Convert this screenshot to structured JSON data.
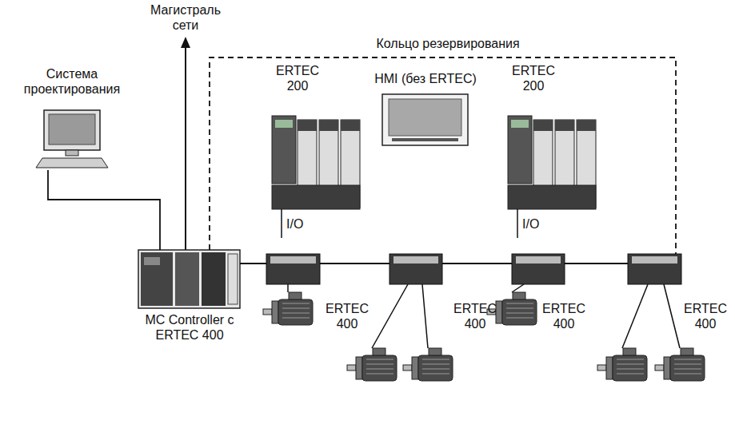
{
  "diagram": {
    "nodes": [
      {
        "text": [
          "Система проектирования"
        ]
      },
      {
        "text": [
          "MC Controller с ERTEC 400"
        ]
      },
      {
        "text": [
          "ERTEC 200",
          "I/O"
        ]
      },
      {
        "text": [
          "HMI (без ERTEC)"
        ]
      },
      {
        "text": [
          "ERTEC 200",
          "I/O"
        ]
      },
      {
        "text": [
          "ERTEC 400"
        ]
      },
      {
        "text": [
          "ERTEC 400"
        ]
      },
      {
        "text": [
          "ERTEC 400"
        ]
      },
      {
        "text": [
          "ERTEC 400"
        ]
      }
    ],
    "edges": [
      {
        "from": 0,
        "to": 1,
        "arrow": "none"
      },
      {
        "from": 1,
        "to": 5,
        "arrow": "none"
      },
      {
        "from": 5,
        "to": 6,
        "arrow": "none"
      },
      {
        "from": 6,
        "to": 7,
        "arrow": "none"
      },
      {
        "from": 7,
        "to": 8,
        "arrow": "none"
      },
      {
        "from": 1,
        "to": 8,
        "arrow": "none"
      }
    ],
    "labels": [
      "Магистраль сети",
      "Кольцо резервирования"
    ]
  }
}
